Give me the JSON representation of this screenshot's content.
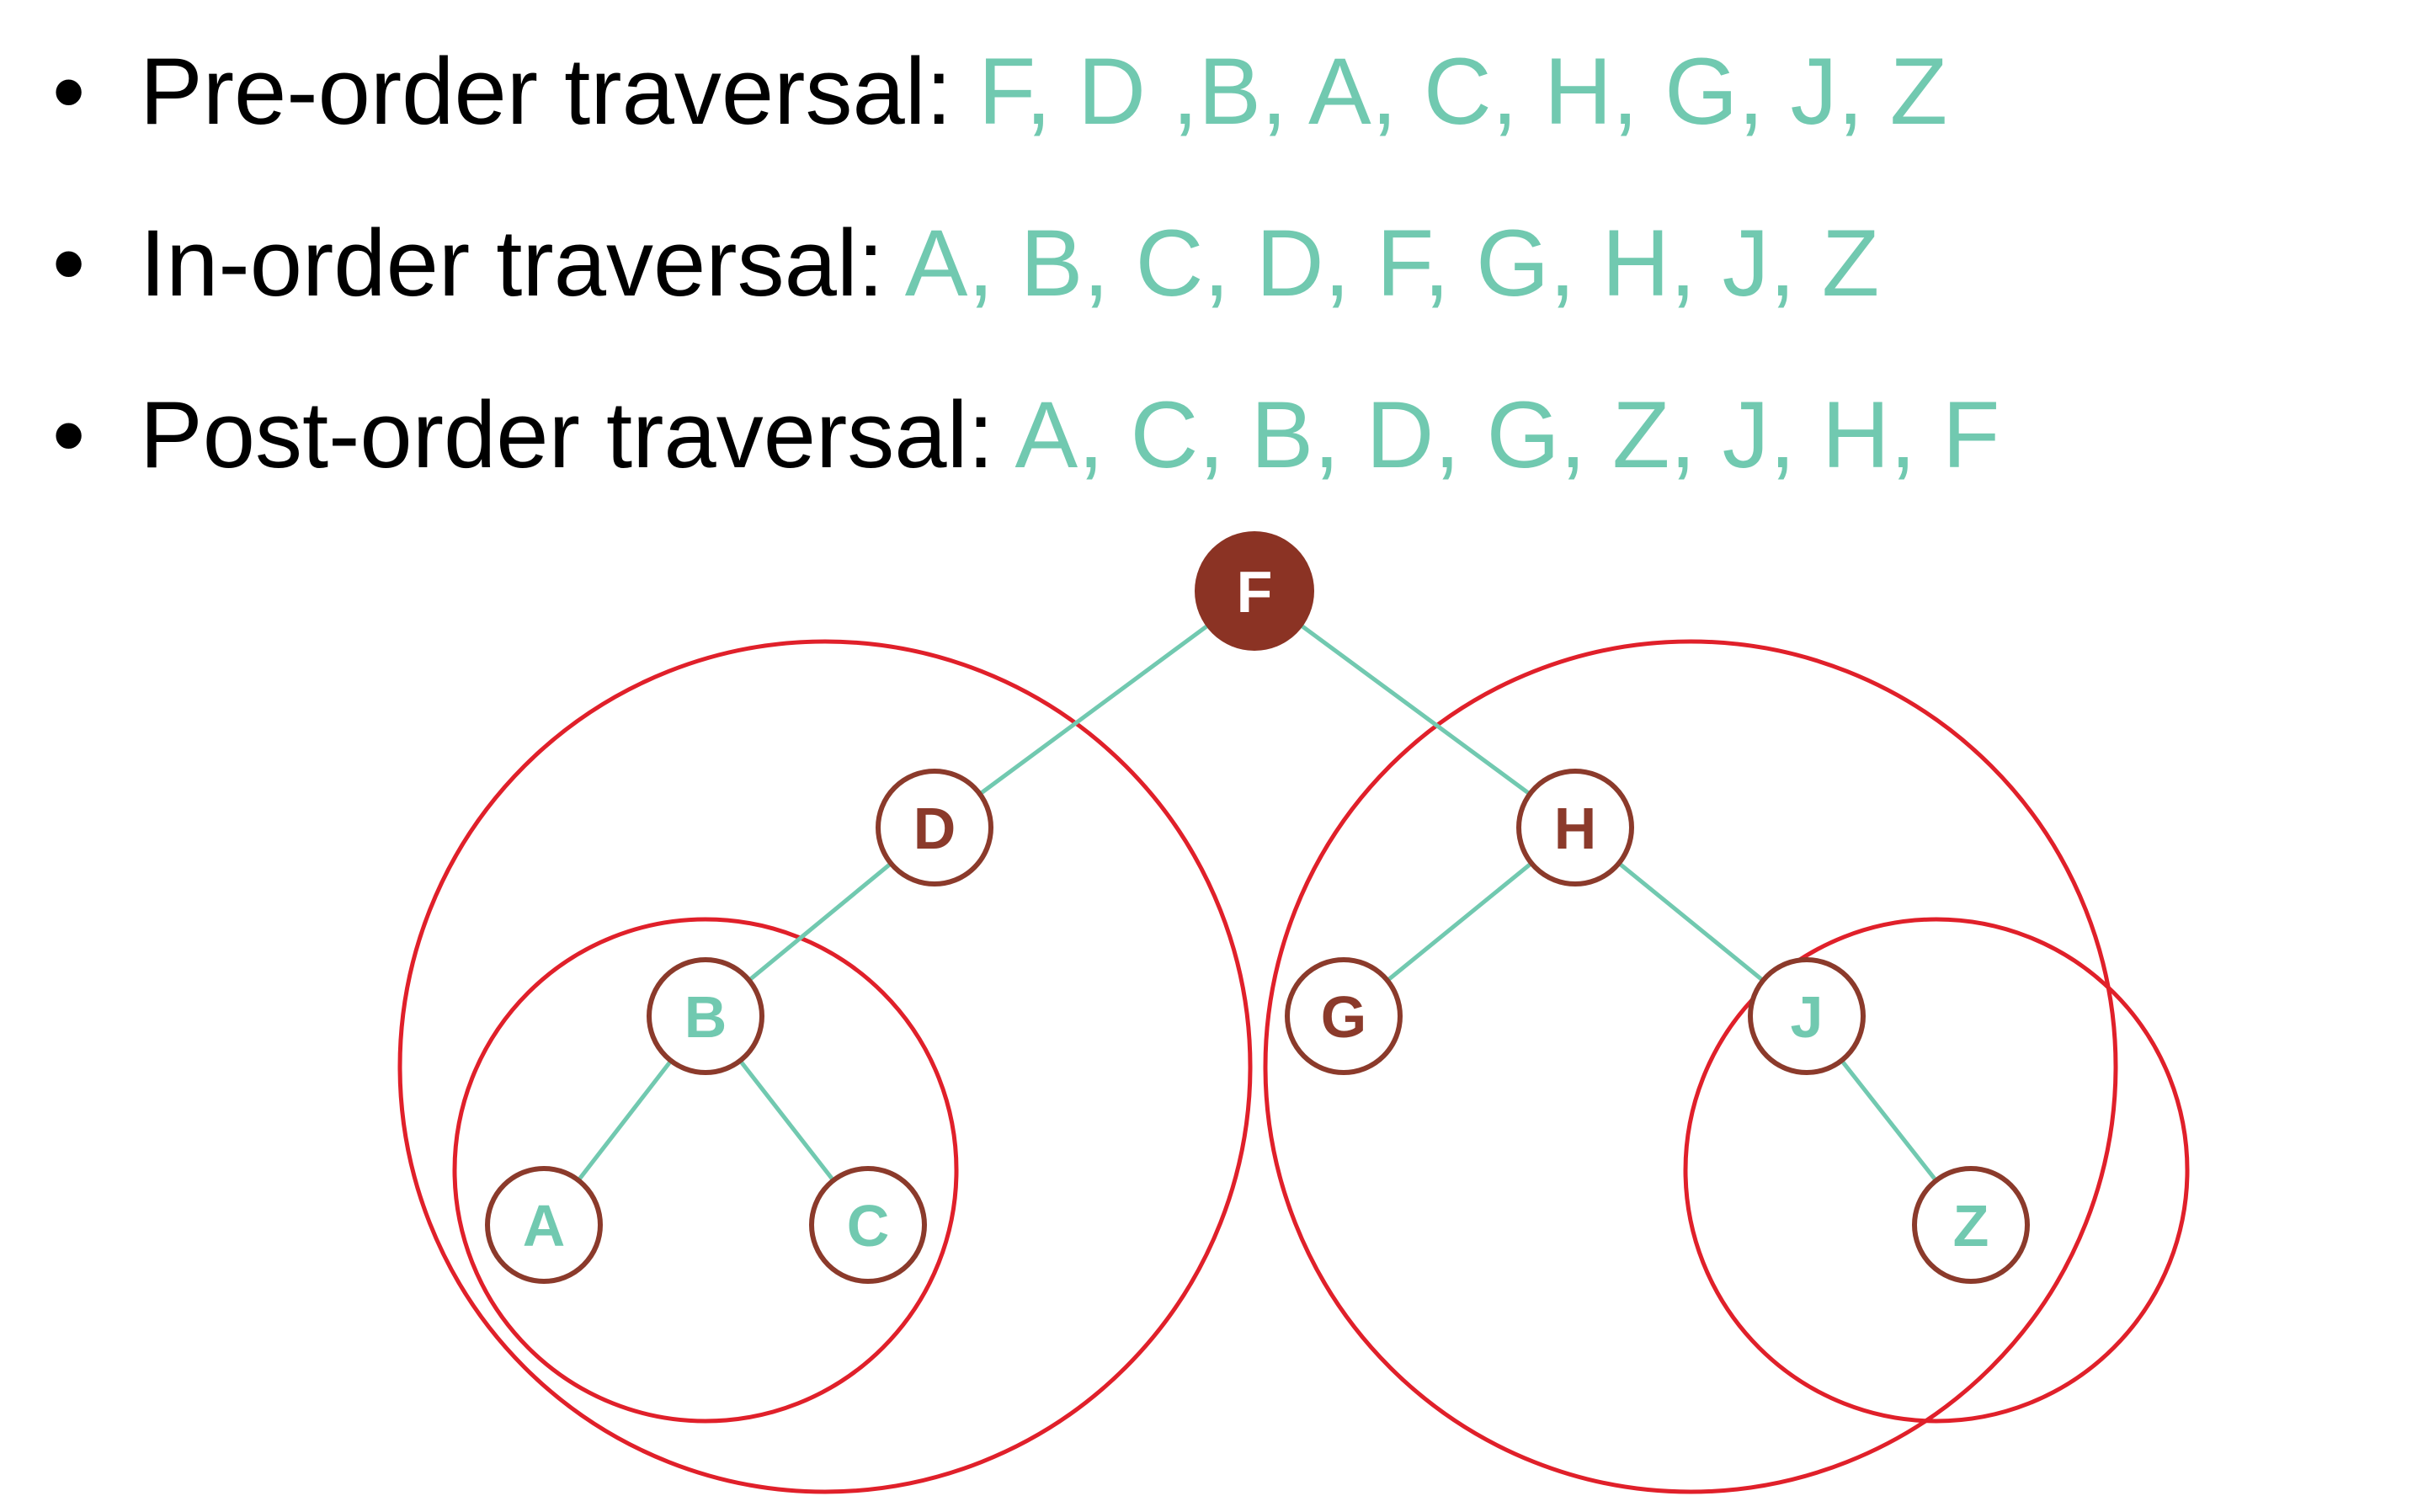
{
  "traversals": {
    "preorder": {
      "label": "Pre-order traversal: ",
      "sequence": "F, D ,B, A, C, H, G, J, Z"
    },
    "inorder": {
      "label": "In-order traversal: ",
      "sequence": "A, B, C, D, F, G, H, J, Z"
    },
    "postorder": {
      "label": "Post-order traversal: ",
      "sequence": "A, C, B, D, G, Z, J, H, F"
    }
  },
  "bullet_symbol": "•",
  "colors": {
    "text": "#000000",
    "accent_teal": "#71c9b0",
    "node_brown": "#8b3a2b",
    "root_fill": "#8b3324",
    "subtree_circle": "#e0202a",
    "edge": "#71c9b0"
  },
  "tree": {
    "root": "F",
    "nodes": [
      {
        "id": "F",
        "label": "F",
        "style": "root"
      },
      {
        "id": "D",
        "label": "D",
        "style": "brown"
      },
      {
        "id": "H",
        "label": "H",
        "style": "brown"
      },
      {
        "id": "B",
        "label": "B",
        "style": "teal"
      },
      {
        "id": "G",
        "label": "G",
        "style": "brown"
      },
      {
        "id": "J",
        "label": "J",
        "style": "teal"
      },
      {
        "id": "A",
        "label": "A",
        "style": "teal"
      },
      {
        "id": "C",
        "label": "C",
        "style": "teal"
      },
      {
        "id": "Z",
        "label": "Z",
        "style": "teal"
      }
    ],
    "edges": [
      [
        "F",
        "D"
      ],
      [
        "F",
        "H"
      ],
      [
        "D",
        "B"
      ],
      [
        "B",
        "A"
      ],
      [
        "B",
        "C"
      ],
      [
        "H",
        "G"
      ],
      [
        "H",
        "J"
      ],
      [
        "J",
        "Z"
      ]
    ],
    "subtree_groups": [
      "D",
      "B",
      "H",
      "J"
    ]
  }
}
